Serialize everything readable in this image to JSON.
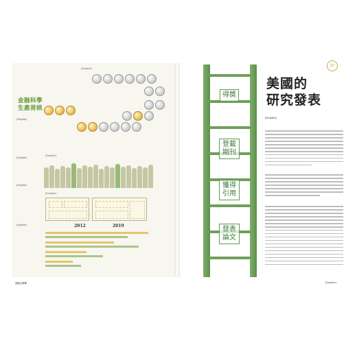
{
  "left_page": {
    "side_title": "金融科學 生產荷桃",
    "side_paragraphs": [
      "[illegible]",
      "[illegible]",
      "[illegible]",
      "[illegible]"
    ],
    "fig1_caption": "[illegible]",
    "fig2_caption": "[illegible]",
    "fig3_caption": "[illegible]",
    "years": [
      "2012",
      "2019"
    ],
    "folio": "金融大棒棒"
  },
  "right_page": {
    "chapter_number": "27",
    "title_line1": "美國的",
    "title_line2": "研究發表",
    "lead": "[illegible]",
    "ladder_words": [
      "得獎",
      "登載 期刊",
      "獲得 引用",
      "發表 論文"
    ],
    "folio": "[illegible]"
  },
  "colors": {
    "accent_green": "#6a9a3c",
    "ladder_green": "#6f9f5a",
    "gold": "#e7b84a",
    "page_cream": "#f7f6ef"
  }
}
